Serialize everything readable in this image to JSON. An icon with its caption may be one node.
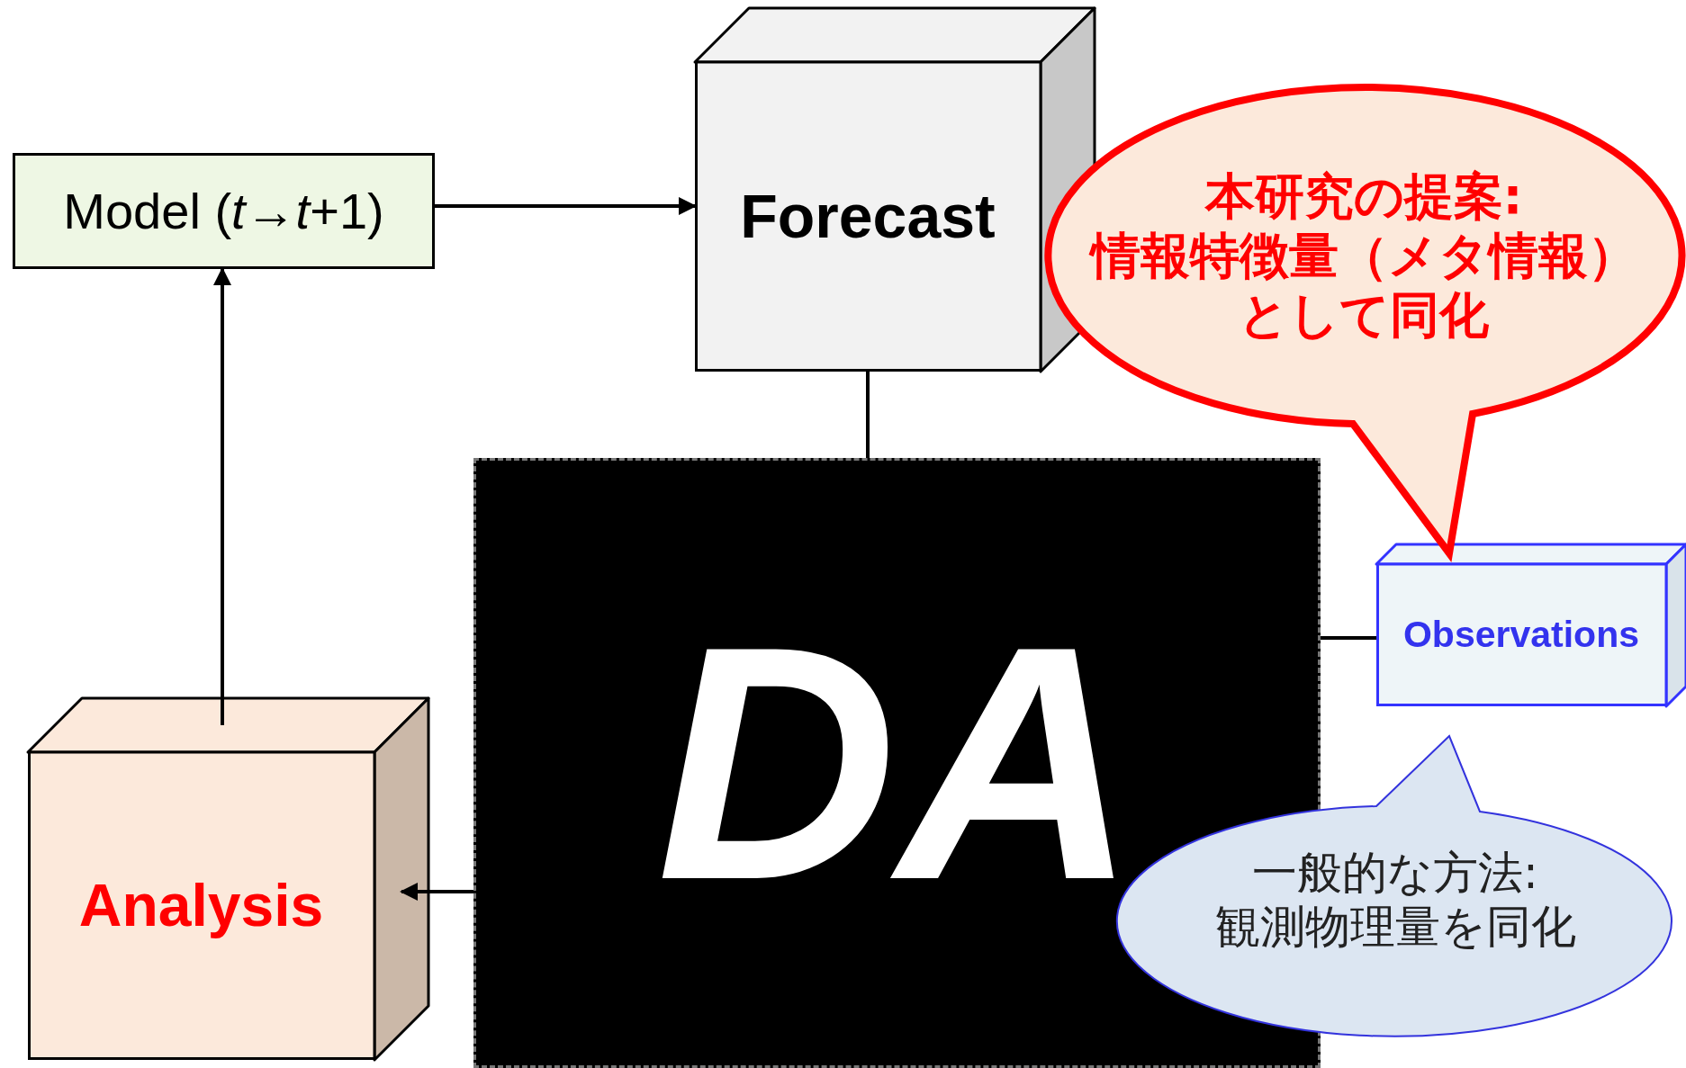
{
  "diagram": {
    "nodes": [
      {
        "text": [
          "Model (*t*→*t*+1)"
        ]
      },
      {
        "text": [
          "Forecast"
        ]
      },
      {
        "text": [
          "DA"
        ]
      },
      {
        "text": [
          "Observations"
        ]
      },
      {
        "text": [
          "Analysis"
        ]
      },
      {
        "text": [
          "本研究の提案:",
          "情報特徴量（メタ情報）として同化"
        ]
      },
      {
        "text": [
          "一般的な方法:",
          "観測物理量を同化"
        ]
      }
    ],
    "edges": [
      {
        "from": 0,
        "to": 1,
        "arrow": "to"
      },
      {
        "from": 1,
        "to": 2,
        "arrow": "none"
      },
      {
        "from": 3,
        "to": 2,
        "arrow": "none"
      },
      {
        "from": 2,
        "to": 4,
        "arrow": "to"
      },
      {
        "from": 4,
        "to": 0,
        "arrow": "to"
      }
    ]
  }
}
